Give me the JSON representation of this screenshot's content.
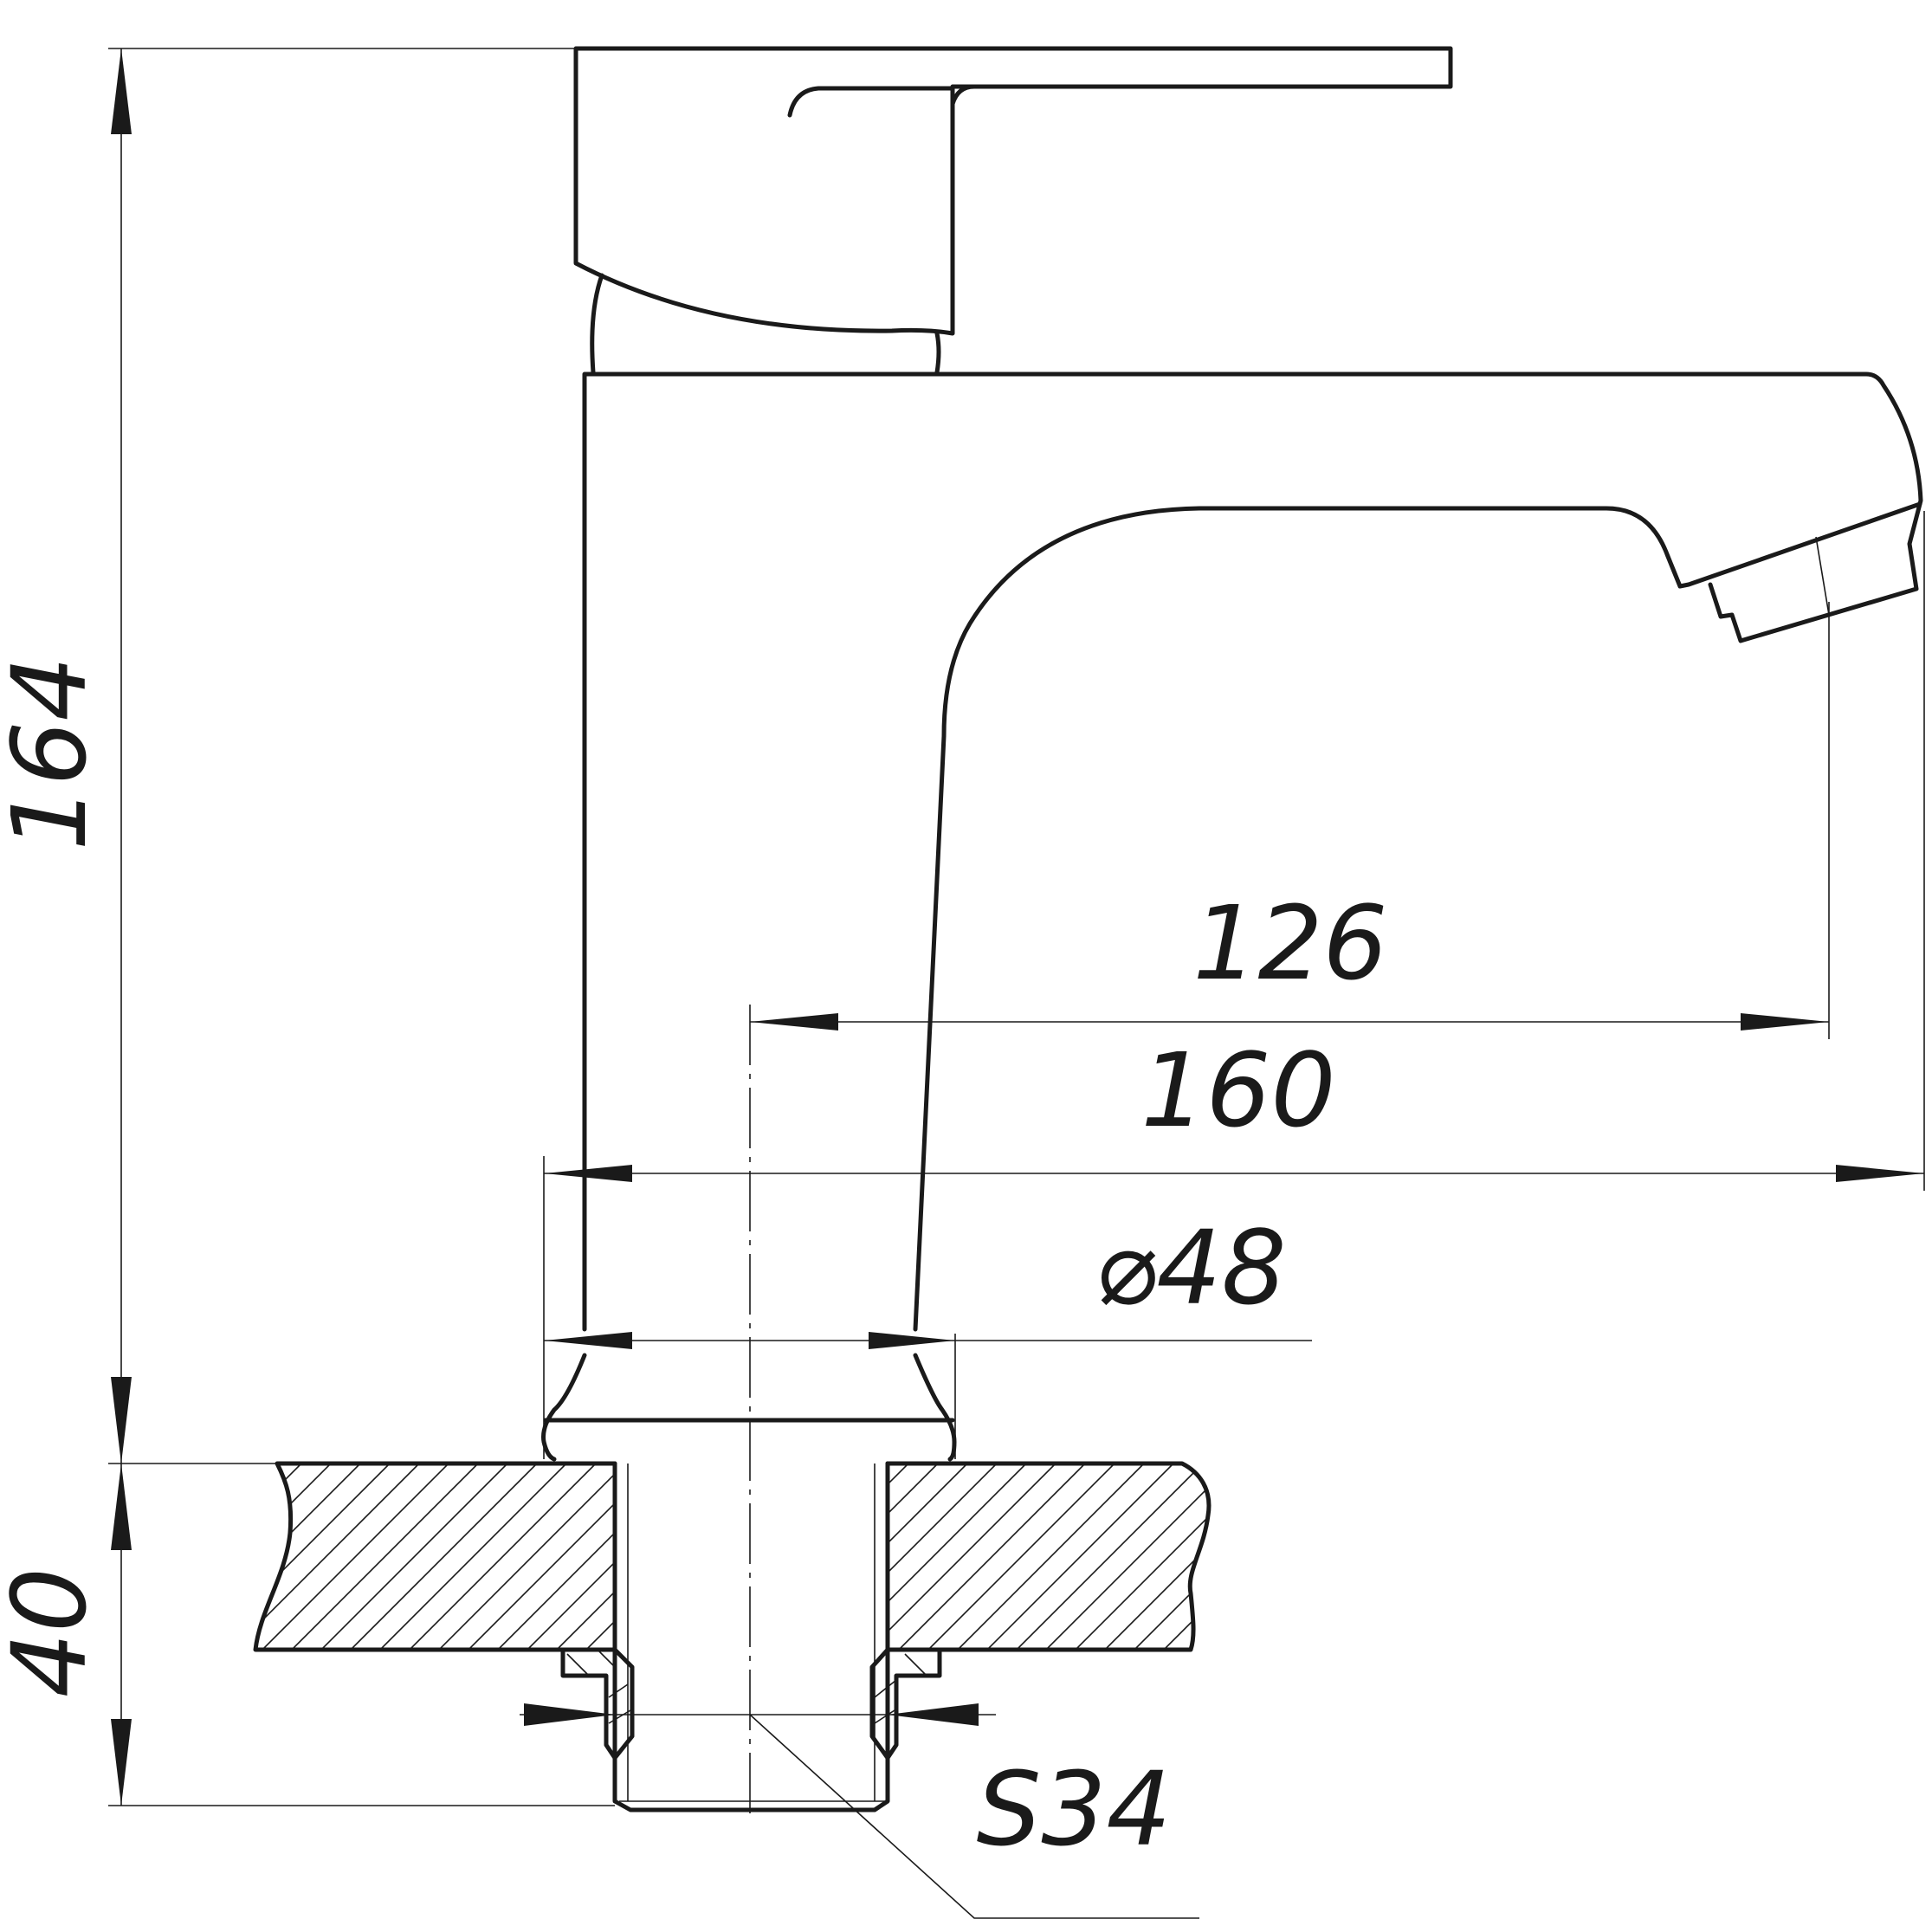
{
  "dimensions": {
    "overall_height": "164",
    "base_height": "40",
    "spout_reach": "126",
    "overall_length": "160",
    "body_diameter": "⌀48",
    "wrench_size": "S34"
  },
  "colors": {
    "line": "#1a1a1a",
    "background": "#ffffff"
  }
}
